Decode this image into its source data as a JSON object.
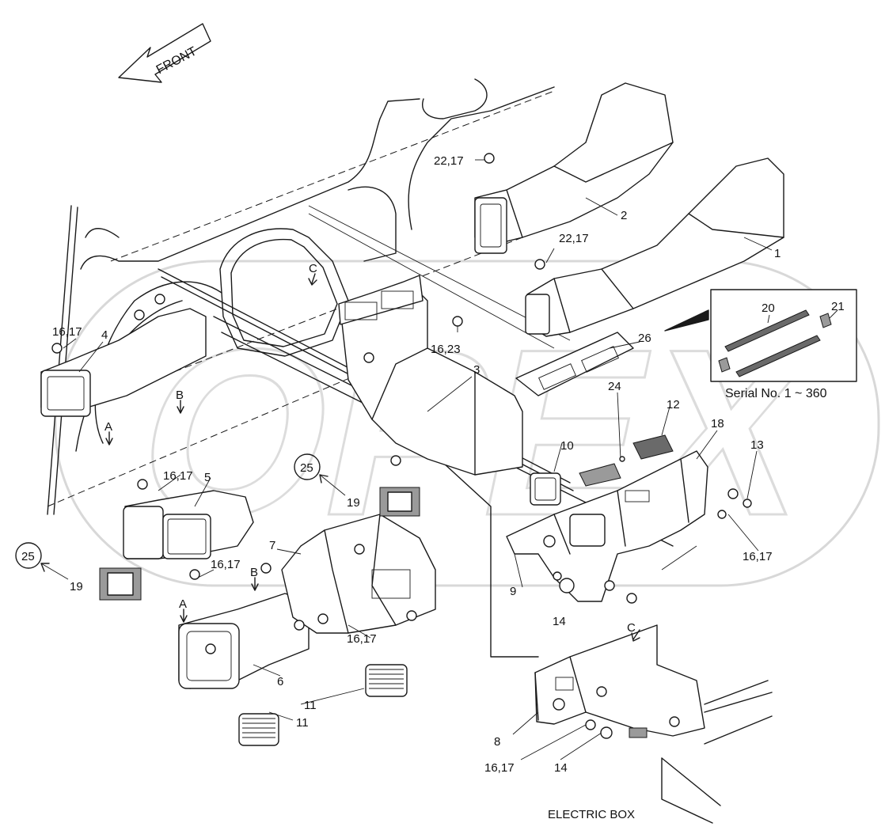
{
  "direction_label": "FRONT",
  "callouts": [
    "1",
    "2",
    "3",
    "4",
    "5",
    "6",
    "7",
    "8",
    "9",
    "10",
    "11",
    "11",
    "12",
    "13",
    "14",
    "14",
    "18",
    "19",
    "19",
    "20",
    "21",
    "24",
    "26",
    "16,17",
    "16,17",
    "16,17",
    "16,17",
    "16,17",
    "16,17",
    "16,23",
    "22,17",
    "22,17"
  ],
  "view_markers": [
    "A",
    "A",
    "B",
    "B",
    "C",
    "C"
  ],
  "circled_refs": [
    "25",
    "25"
  ],
  "inset_caption": "Serial No. 1 ~ 360",
  "bottom_label": "ELECTRIC BOX",
  "watermark_text": "OPEX"
}
